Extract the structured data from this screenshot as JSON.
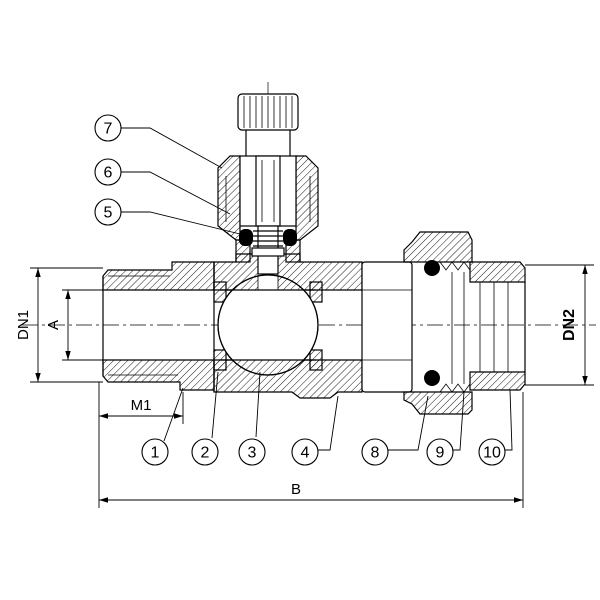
{
  "labels": {
    "dn1": "DN1",
    "a": "A",
    "m1": "M1",
    "b": "B",
    "dn2": "DN2"
  },
  "callouts": {
    "c1": "1",
    "c2": "2",
    "c3": "3",
    "c4": "4",
    "c5": "5",
    "c6": "6",
    "c7": "7",
    "c8": "8",
    "c9": "9",
    "c10": "10"
  },
  "colors": {
    "line": "#000000",
    "background": "#ffffff",
    "o_ring": "#000000"
  }
}
